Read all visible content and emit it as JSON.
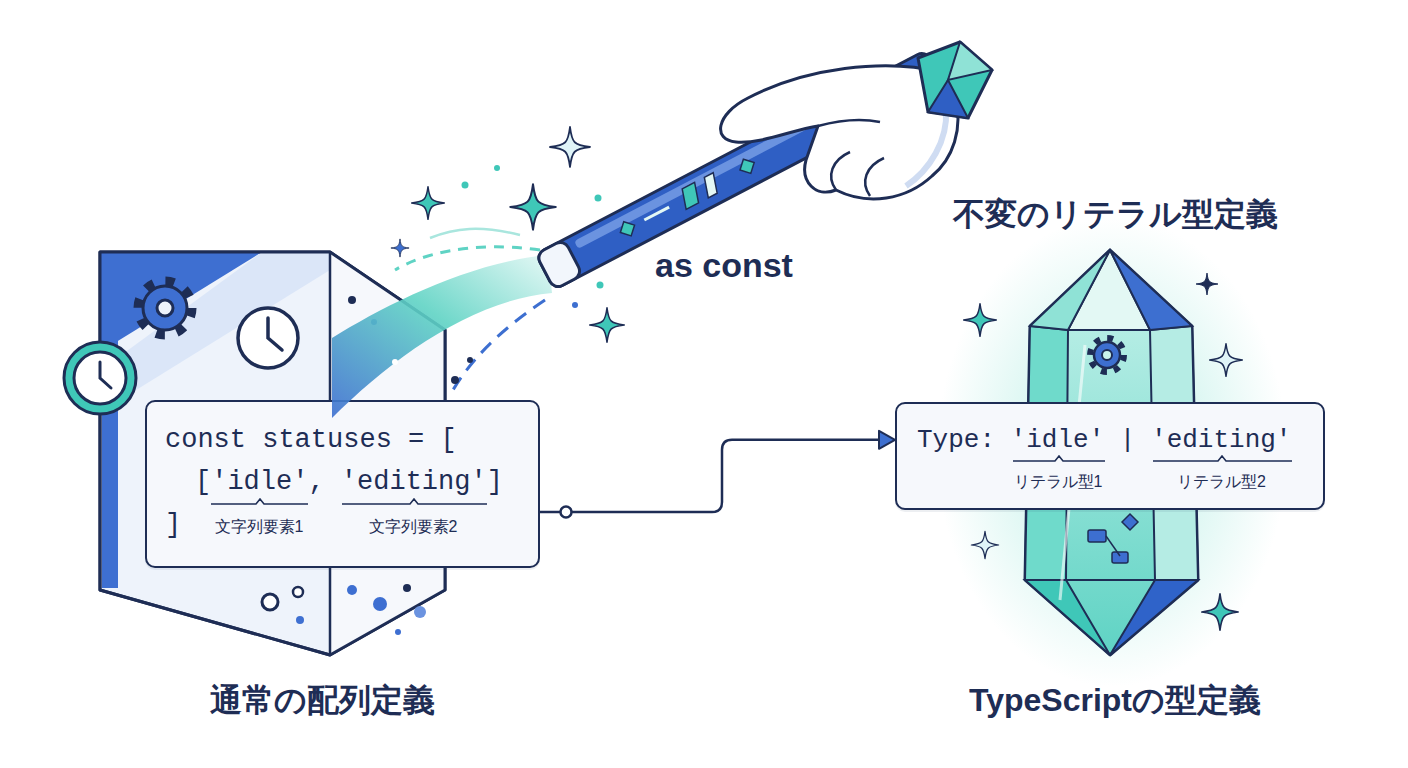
{
  "diagram": {
    "nodes": [
      {
        "text": [
          "通常の配列定義"
        ]
      },
      {
        "text": [
          "const statuses = [",
          "['idle', 'editing']",
          "]",
          "文字列要素1",
          "文字列要素2"
        ],
        "in": 0
      },
      {
        "text": [
          "不変のリテラル型定義",
          "TypeScriptの型定義"
        ]
      },
      {
        "text": [
          "Type: 'idle' | 'editing'",
          "リテラル型1",
          "リテラル型2"
        ],
        "in": 2
      }
    ],
    "edges": [
      {
        "from": 1,
        "to": 3,
        "arrow": "to"
      }
    ],
    "labels": [
      "as const"
    ]
  }
}
